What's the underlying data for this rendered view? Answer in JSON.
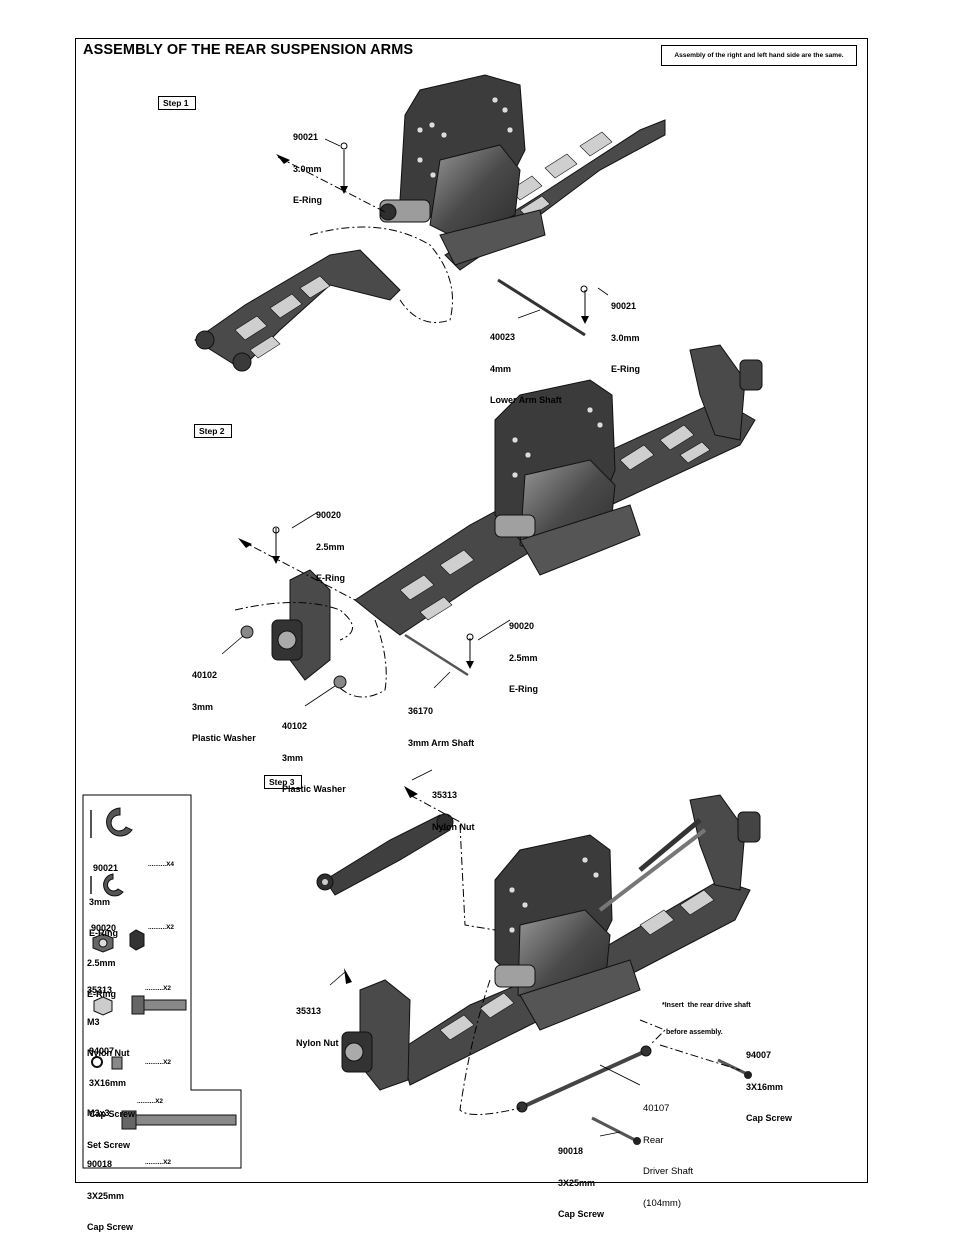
{
  "page": {
    "title": "ASSEMBLY OF THE REAR SUSPENSION ARMS",
    "note": "Assembly of the right and left hand side are the same."
  },
  "steps": {
    "step1": {
      "label": "Step 1",
      "callouts": [
        {
          "part": "90021",
          "line2": "3.0mm",
          "line3": "E-Ring"
        },
        {
          "part": "90021",
          "line2": "3.0mm",
          "line3": "E-Ring"
        },
        {
          "part": "40023",
          "line2": "4mm",
          "line3": "Lower Arm Shaft"
        }
      ]
    },
    "step2": {
      "label": "Step 2",
      "callouts": [
        {
          "part": "90020",
          "line2": "2.5mm",
          "line3": "E-Ring"
        },
        {
          "part": "90020",
          "line2": "2.5mm",
          "line3": "E-Ring"
        },
        {
          "part": "40102",
          "line2": "3mm",
          "line3": "Plastic Washer"
        },
        {
          "part": "40102",
          "line2": "3mm",
          "line3": "Plastic Washer"
        },
        {
          "part": "36170",
          "line2": "3mm Arm Shaft",
          "line3": ""
        }
      ]
    },
    "step3": {
      "label": "Step 3",
      "callouts": [
        {
          "part": "35313",
          "line2": "Nylon Nut"
        },
        {
          "part": "35313",
          "line2": "Nylon Nut"
        },
        {
          "part": "94007",
          "line2": "3X16mm",
          "line3": "Cap Screw"
        },
        {
          "part": "40107",
          "line2": "Rear",
          "line3": "Driver Shaft",
          "line4": "(104mm)"
        },
        {
          "part": "90018",
          "line2": "3X25mm",
          "line3": "Cap Screw"
        }
      ],
      "note_line1": "*Insert  the rear drive shaft",
      "note_line2": "before assembly."
    }
  },
  "parts_list": [
    {
      "part": "90021",
      "size": "3mm",
      "name": "E-Ring",
      "qty": "X4"
    },
    {
      "part": "90020",
      "size": "2.5mm",
      "name": "E-Ring",
      "qty": "X2"
    },
    {
      "part": "35313",
      "size": "M3",
      "name": "Nylon Nut",
      "qty": "X2"
    },
    {
      "part": "94007",
      "size": "3X16mm",
      "name": "Cap Screw",
      "qty": "X2"
    },
    {
      "part": "M3x3",
      "size": "",
      "name": "Set Screw",
      "qty": "X2"
    },
    {
      "part": "90018",
      "size": "3X25mm",
      "name": "Cap Screw",
      "qty": "X2"
    }
  ],
  "colors": {
    "ink": "#000000",
    "part_dark": "#3a3a3a",
    "part_mid": "#6e6e6e",
    "part_light": "#b5b5b5"
  }
}
